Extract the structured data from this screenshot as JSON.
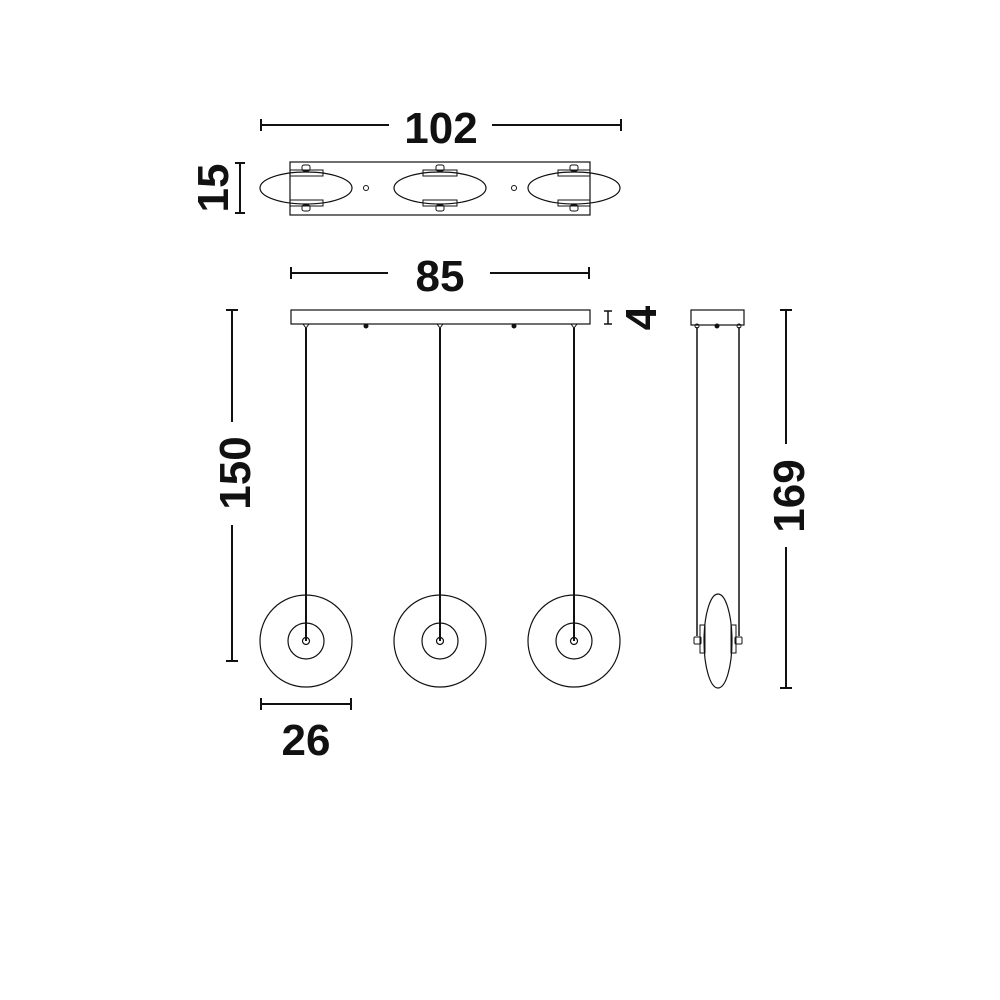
{
  "drawing": {
    "subject": "3-light pendant lamp, technical dimension drawing",
    "line_color": "#111111",
    "background": "#ffffff",
    "units_shown": "",
    "views": {
      "top_view": {
        "overall_width": "102",
        "depth": "15",
        "shade_count": 3
      },
      "front_view": {
        "canopy_width": "85",
        "canopy_height": "4",
        "drop_height": "150",
        "shade_diameter": "26",
        "shade_count": 3
      },
      "side_view": {
        "total_height": "169"
      }
    }
  }
}
